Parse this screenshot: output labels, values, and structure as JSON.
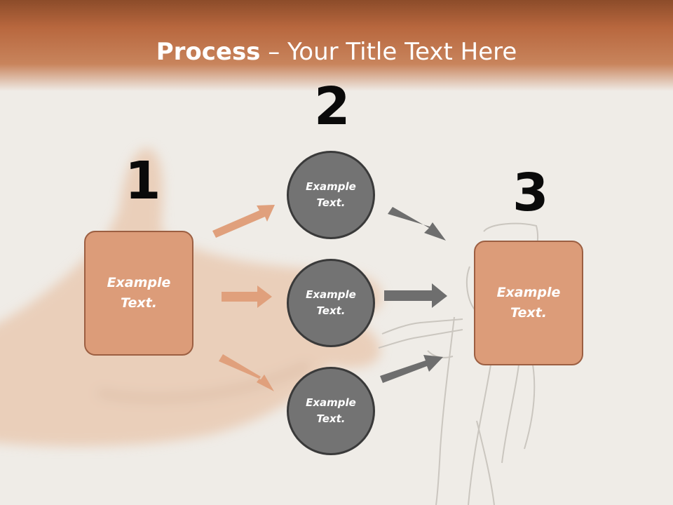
{
  "title": {
    "bold": "Process",
    "rest": " – Your Title Text Here"
  },
  "steps": [
    {
      "number": "1",
      "text": "Example Text."
    },
    {
      "number": "2",
      "text": "Example Text."
    },
    {
      "number": "3",
      "text": "Example Text."
    }
  ],
  "circles": [
    {
      "text": "Example Text."
    },
    {
      "text": "Example Text."
    },
    {
      "text": "Example Text."
    }
  ],
  "colors": {
    "header": "#b8673e",
    "box_fill": "#dc9c79",
    "box_border": "#9c5f42",
    "circle_fill": "#737373",
    "circle_border": "#3a3a3a",
    "arrow_orange": "#e0a07c",
    "arrow_gray": "#6e6e6e"
  }
}
